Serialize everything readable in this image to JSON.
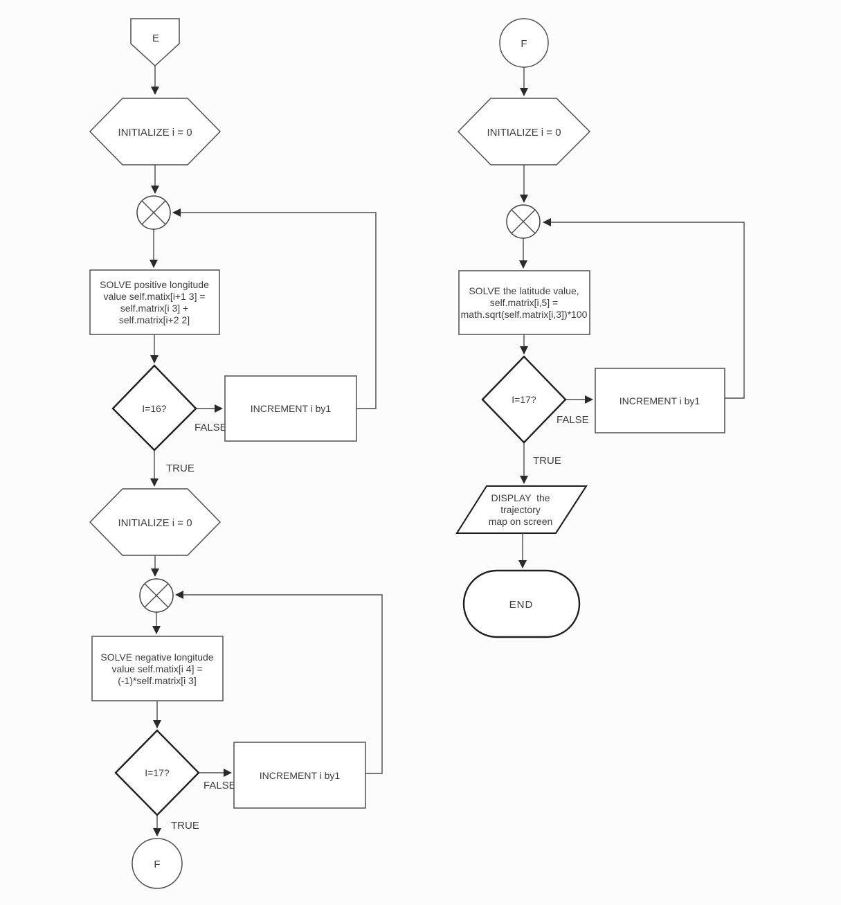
{
  "diagram_title": "trajectory-computation-flowchart",
  "colors": {
    "line": "#4a4a4a",
    "bold_outline": "#1f1f1f",
    "text": "#3d3d3d",
    "background": "#fcfcfc"
  },
  "left": {
    "entry_connector": "E",
    "init_loop1": "INITIALIZE i = 0",
    "solve1_lines": [
      "SOLVE positive longitude",
      "value self.matix[i+1 3] =",
      "self.matrix[i 3] +",
      "self.matrix[i+2 2]"
    ],
    "decision1": "I=16?",
    "decision1_false": "FALSE",
    "decision1_true": "TRUE",
    "increment1": "INCREMENT i by1",
    "init_loop2": "INITIALIZE i = 0",
    "solve2_lines": [
      "SOLVE negative longitude",
      "value self.matix[i 4] =",
      "(-1)*self.matrix[i 3]"
    ],
    "decision2": "I=17?",
    "decision2_false": "FALSE",
    "decision2_true": "TRUE",
    "increment2": "INCREMENT i by1",
    "exit_connector": "F"
  },
  "right": {
    "entry_connector": "F",
    "init_loop": "INITIALIZE i = 0",
    "solve_lines": [
      "SOLVE the latitude value,",
      "self.matrix[i,5] =",
      "math.sqrt(self.matrix[i,3])*100"
    ],
    "decision": "I=17?",
    "decision_false": "FALSE",
    "decision_true": "TRUE",
    "increment": "INCREMENT i by1",
    "display_lines": [
      "DISPLAY  the",
      "trajectory",
      "map on screen"
    ],
    "end_label": "END"
  }
}
